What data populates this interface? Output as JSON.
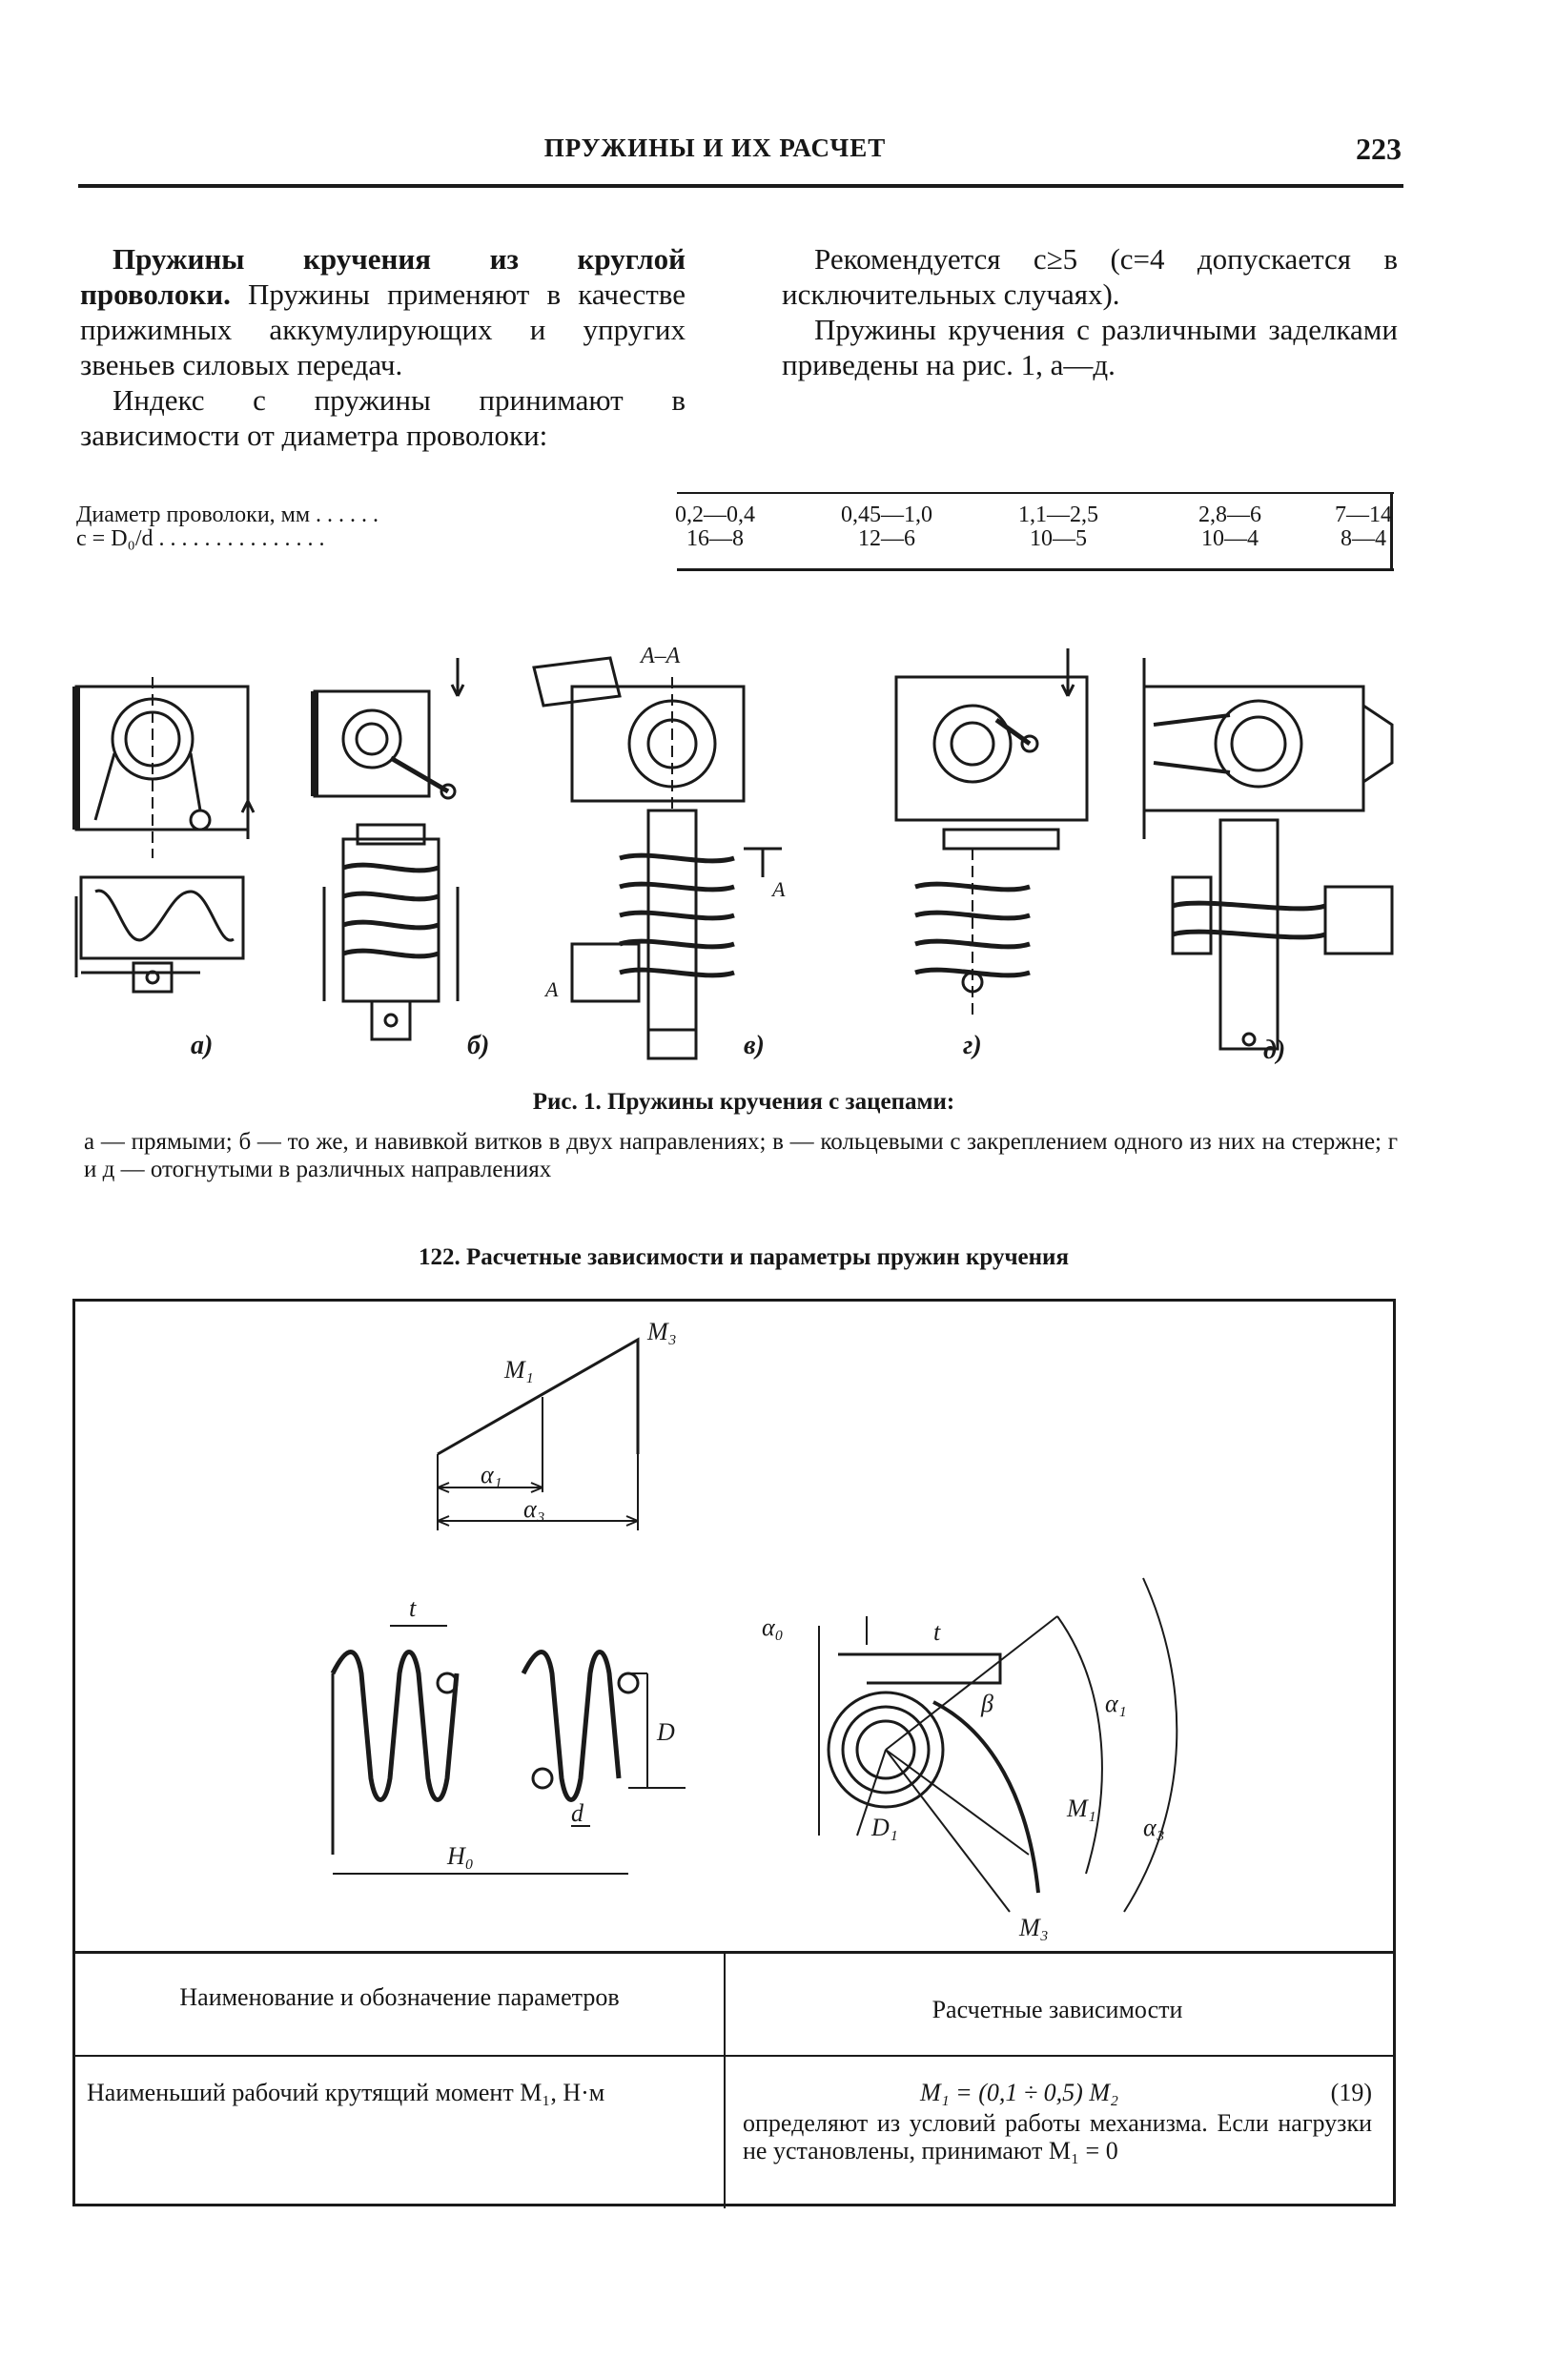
{
  "header": {
    "title": "ПРУЖИНЫ И ИХ РАСЧЕТ",
    "page_number": "223"
  },
  "left_column": {
    "heading": "Пружины кручения из круглой проволоки.",
    "para1_rest": "Пружины применяют в качестве прижимных аккумулирующих и упругих звеньев силовых передач.",
    "para2": "Индекс с пружины принимают в зависимости от диаметра проволоки:"
  },
  "right_column": {
    "para1": "Рекомендуется с≥5 (с=4 допускается в исключительных случаях).",
    "para2": "Пружины кручения с различными заделками приведены на рис. 1, а—д."
  },
  "index_table": {
    "row1_label": "Диаметр проволоки, мм . . . . . .",
    "row2_label": "c = D₀/d . . . . . . . . . . . . . . .",
    "diameters": [
      "0,2—0,4",
      "0,45—1,0",
      "1,1—2,5",
      "2,8—6",
      "7—14"
    ],
    "indices": [
      "16—8",
      "12—6",
      "10—5",
      "10—4",
      "8—4"
    ]
  },
  "figure1": {
    "letters": [
      "а)",
      "б)",
      "в)",
      "г)",
      "д)"
    ],
    "section_label": "А–А",
    "section_mark": "А",
    "caption": "Рис. 1. Пружины кручения с зацепами:",
    "legend": "а — прямыми; б — то же, и навивкой витков в двух направлениях; в — кольцевыми с закреплением одного из них на стержне; г и д — отогнутыми в различных направлениях"
  },
  "table122": {
    "title": "122. Расчетные зависимости и параметры пружин кручения",
    "diagram_labels": {
      "M1": "M₁",
      "M3": "M₃",
      "alpha1": "α₁",
      "alpha3": "α₃",
      "alpha0": "α₀",
      "t": "t",
      "D": "D",
      "d": "d",
      "H0": "H₀",
      "beta": "β",
      "D1": "D₁"
    },
    "col1_header": "Наименование и обозначение параметров",
    "col2_header": "Расчетные зависимости",
    "row1_param": "Наименьший рабочий крутящий момент M₁, Н·м",
    "row1_formula": "M₁ = (0,1 ÷ 0,5) M₂",
    "row1_eq_no": "(19)",
    "row1_text": "определяют из условий работы механизма. Если нагрузки не установлены, принимают M₁ = 0"
  }
}
